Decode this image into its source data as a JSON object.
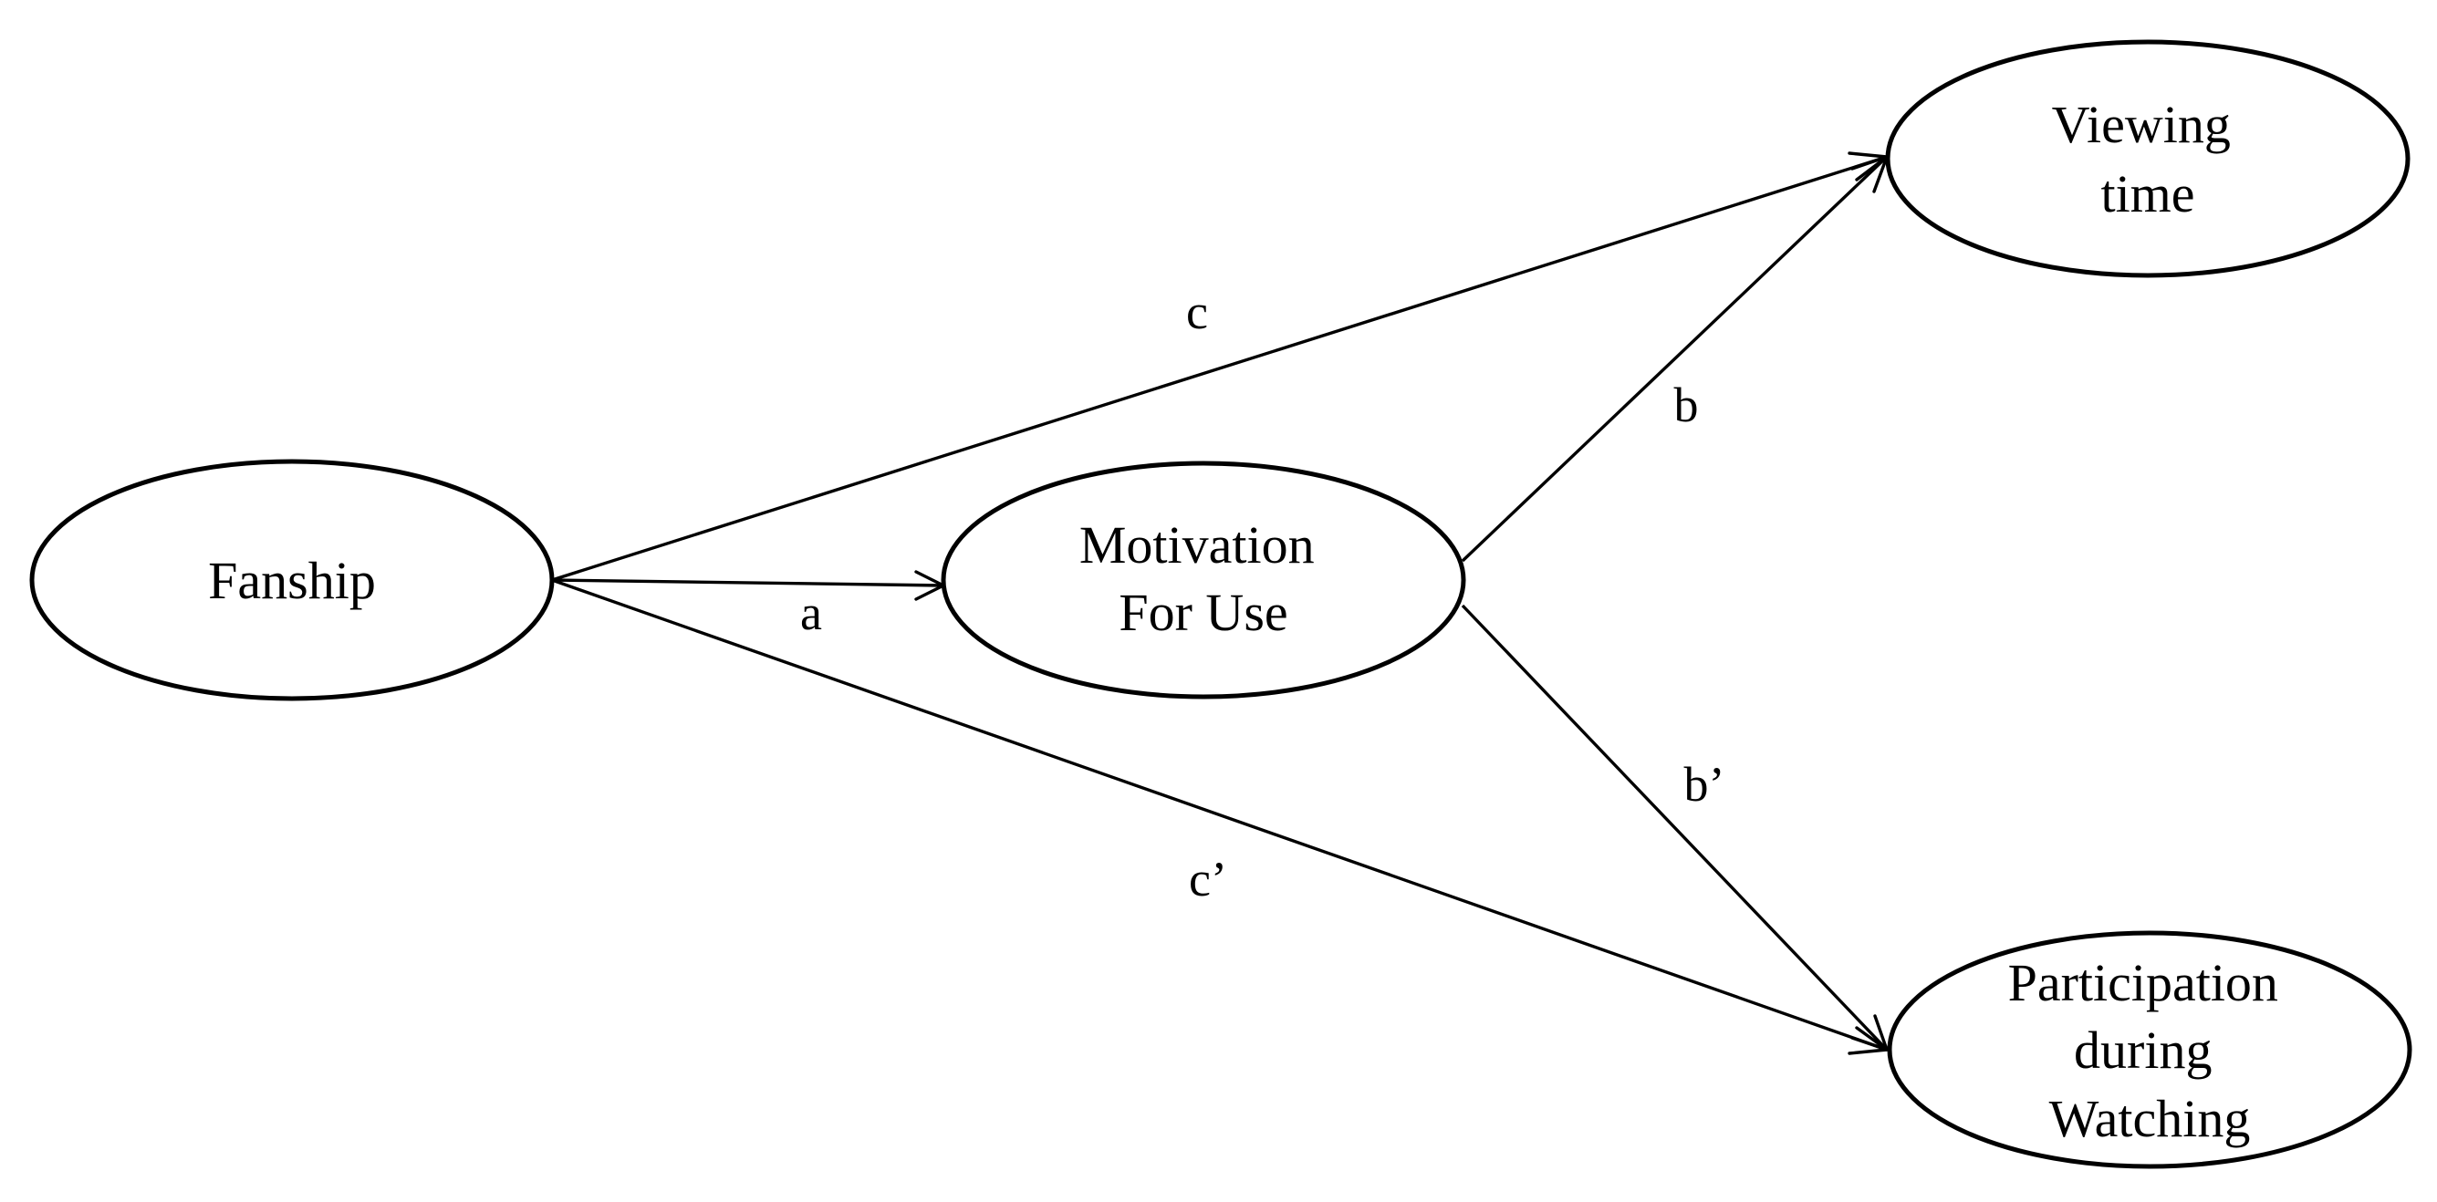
{
  "nodes": {
    "fanship": {
      "lines": [
        "Fanship"
      ]
    },
    "motivation": {
      "lines": [
        "Motivation",
        "For Use"
      ]
    },
    "viewing": {
      "lines": [
        "Viewing",
        "time"
      ]
    },
    "participation": {
      "lines": [
        "Participation",
        "during",
        "Watching"
      ]
    }
  },
  "edges": {
    "a": {
      "label": "a",
      "from": "Fanship",
      "to": "Motivation For Use"
    },
    "b": {
      "label": "b",
      "from": "Motivation For Use",
      "to": "Viewing time"
    },
    "b_prime": {
      "label": "b’",
      "from": "Motivation For Use",
      "to": "Participation during Watching"
    },
    "c": {
      "label": "c",
      "from": "Fanship",
      "to": "Viewing time"
    },
    "c_prime": {
      "label": "c’",
      "from": "Fanship",
      "to": "Participation during Watching"
    }
  },
  "colors": {
    "stroke": "#000000",
    "fill": "#ffffff",
    "text": "#000000"
  }
}
